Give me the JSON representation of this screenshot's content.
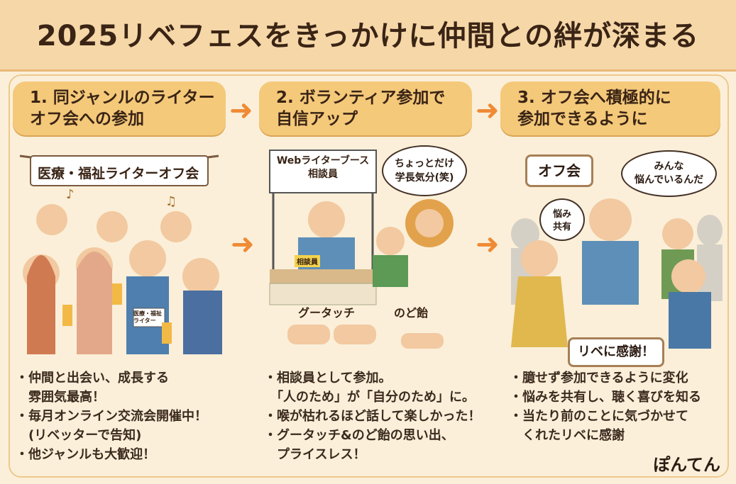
{
  "title": "2025リベフェスをきっかけに仲間との絆が深まる",
  "steps": [
    {
      "label": "1. 同ジャンルのライター\nオフ会への参加"
    },
    {
      "label": "2. ボランティア参加で\n自信アップ"
    },
    {
      "label": "3. オフ会へ積極的に\n参加できるように"
    }
  ],
  "panel1": {
    "banner": "医療・福祉ライターオフ会",
    "name_tag": "医療・福祉\nライター"
  },
  "panel2": {
    "booth_sign": "Webライターブース\n相談員",
    "speech": "ちょっとだけ\n学長気分(笑)",
    "badge": "相談員",
    "label_left": "グータッチ",
    "label_right": "のど飴"
  },
  "panel3": {
    "offkai_label": "オフ会",
    "speech_top": "みんな\n悩んでいるんだ",
    "speech_mid": "悩み\n共有",
    "thanks_banner": "リベに感謝！"
  },
  "bullets": [
    [
      "・仲間と出会い、成長する\n　雰囲気最高！",
      "・毎月オンライン交流会開催中！\n　(リベッターで告知)",
      "・他ジャンルも大歓迎！"
    ],
    [
      "・相談員として参加。\n　「人のため」が「自分のため」に。",
      "・喉が枯れるほど話して楽しかった！",
      "・グータッチ&のど飴の思い出、\n　プライスレス！"
    ],
    [
      "・臆せず参加できるように変化",
      "・悩みを共有し、聴く喜びを知る",
      "・当たり前のことに気づかせて\n　くれたリベに感謝"
    ]
  ],
  "signature": "ぽんてん",
  "colors": {
    "background": "#fbefd9",
    "title_bar": "#f6d7a8",
    "step": "#f4c97a",
    "arrow": "#ef8a35"
  }
}
